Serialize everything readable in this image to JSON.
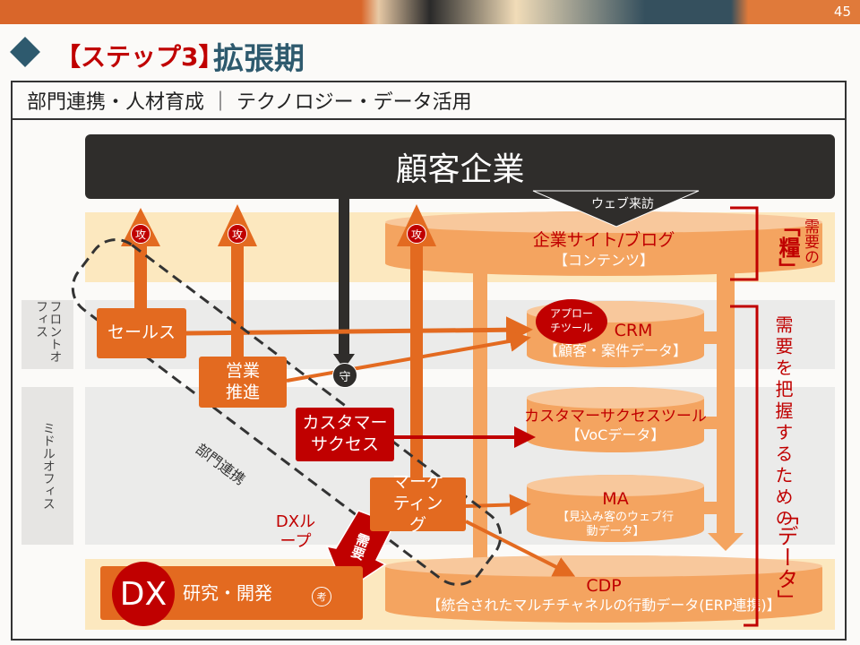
{
  "page_number": "45",
  "title": {
    "step": "【ステップ3】",
    "phase": "拡張期"
  },
  "header": "部門連携・人材育成 ｜ テクノロジー・データ活用",
  "client": "顧客企業",
  "web_visit": "ウェブ来訪",
  "side_labels": {
    "front": "フロントオフィス",
    "middle": "ミドルオフィス"
  },
  "teams": {
    "sales": "セールス",
    "sales_promo": "営業推進",
    "cs": "カスタマーサクセス",
    "marketing": "マーケティング",
    "rd_dx": "DX",
    "rd": "研究・開発"
  },
  "badges": {
    "attack": "攻",
    "defend": "守",
    "think": "考"
  },
  "systems": {
    "site": {
      "title": "企業サイト/ブログ",
      "sub": "【コンテンツ】"
    },
    "crm": {
      "title": "CRM",
      "sub": "【顧客・案件データ】",
      "tool": "アプローチツール"
    },
    "cstool": {
      "title": "カスタマーサクセスツール",
      "sub": "【VoCデータ】"
    },
    "ma": {
      "title": "MA",
      "sub": "【見込み客のウェブ行動データ】"
    },
    "cdp": {
      "title": "CDP",
      "sub": "【統合されたマルチチャネルの行動データ(ERP連携)】"
    }
  },
  "annotations": {
    "food_a": "需要の",
    "food_b": "「糧」",
    "data_a": "需要を把握するための",
    "data_b": "「データ」",
    "dept": "部門連携",
    "dx_loop": "DXループ",
    "demand": "需要"
  }
}
